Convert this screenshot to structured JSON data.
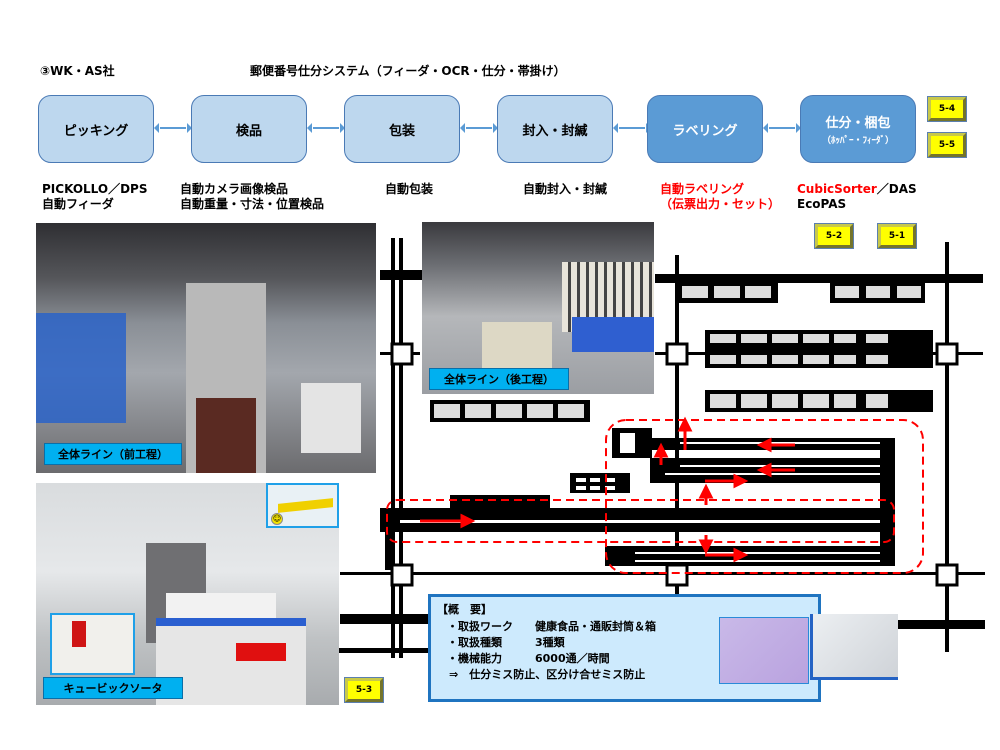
{
  "header": {
    "company": "③WK・AS社",
    "system_title": "郵便番号仕分システム（フィーダ・OCR・仕分・帯掛け）"
  },
  "process_flow": [
    {
      "label": "ピッキング",
      "sub": "",
      "style": "light"
    },
    {
      "label": "検品",
      "sub": "",
      "style": "light"
    },
    {
      "label": "包装",
      "sub": "",
      "style": "light"
    },
    {
      "label": "封入・封緘",
      "sub": "",
      "style": "light"
    },
    {
      "label": "ラベリング",
      "sub": "",
      "style": "dark"
    },
    {
      "label": "仕分・梱包",
      "sub": "（ﾎｯﾊﾟｰ・ﾌｨｰﾀﾞ）",
      "style": "dark"
    }
  ],
  "process_descriptions": [
    {
      "lines": [
        "PICKOLLO／DPS",
        "自動フィーダ"
      ]
    },
    {
      "lines": [
        "自動カメラ画像検品",
        "自動重量・寸法・位置検品"
      ]
    },
    {
      "lines": [
        "自動包装"
      ]
    },
    {
      "lines": [
        "自動封入・封緘"
      ]
    },
    {
      "lines": [
        "自動ラベリング",
        "（伝票出力・セット）"
      ],
      "color": "#ff0000"
    },
    {
      "lines_rich": [
        {
          "red": "CubicSorter",
          "black": "／DAS"
        },
        {
          "red": "",
          "black": "EcoPAS"
        }
      ]
    }
  ],
  "reference_buttons": {
    "r54": "5-4",
    "r55": "5-5",
    "r52": "5-2",
    "r51": "5-1",
    "r53": "5-3"
  },
  "photos": {
    "front_line_caption": "全体ライン（前工程）",
    "back_line_caption": "全体ライン（後工程）",
    "cubic_sorter_caption": "キュービックソータ"
  },
  "summary": {
    "heading": "【概　要】",
    "rows": [
      {
        "label": "・取扱ワーク",
        "value": "健康食品・通販封筒＆箱"
      },
      {
        "label": "・取扱種類",
        "value": "3種類"
      },
      {
        "label": "・機械能力",
        "value": "6000通／時間"
      }
    ],
    "conclusion": "⇒　仕分ミス防止、区分け合せミス防止"
  },
  "colors": {
    "process_light": "#bdd7ee",
    "process_dark": "#5b9bd5",
    "caption_bg": "#00b0f0",
    "summary_bg": "#cdeafd",
    "summary_border": "#1f74c0",
    "ref_button": "#ffff00",
    "highlight_red": "#ff0000"
  }
}
